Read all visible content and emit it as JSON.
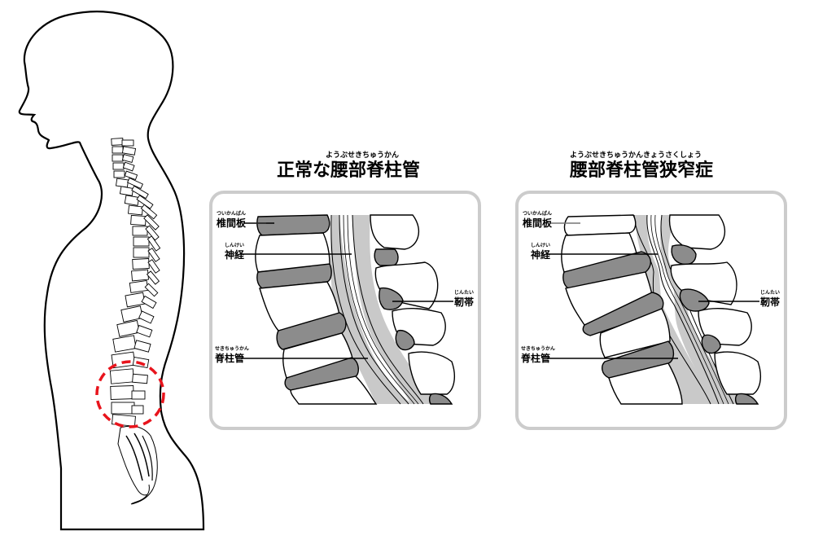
{
  "figure": {
    "left_illustration": {
      "description": "Side silhouette of a human body with spine",
      "highlight": {
        "shape": "dashed-circle",
        "color": "#e8141c",
        "target": "lumbar spine"
      }
    },
    "panels": [
      {
        "id": "normal",
        "title_ruby": "ようぶせきちゅうかん",
        "title": "正常な腰部脊柱管",
        "labels": [
          {
            "key": "disc",
            "ruby": "ついかんばん",
            "text": "椎間板"
          },
          {
            "key": "nerve",
            "ruby": "しんけい",
            "text": "神経"
          },
          {
            "key": "ligament",
            "ruby": "じんたい",
            "text": "靭帯"
          },
          {
            "key": "canal",
            "ruby": "せきちゅうかん",
            "text": "脊柱管"
          }
        ]
      },
      {
        "id": "stenosis",
        "title_ruby": "ようぶせきちゅうかんきょうさくしょう",
        "title": "腰部脊柱管狭窄症",
        "labels": [
          {
            "key": "disc",
            "ruby": "ついかんばん",
            "text": "椎間板"
          },
          {
            "key": "nerve",
            "ruby": "しんけい",
            "text": "神経"
          },
          {
            "key": "ligament",
            "ruby": "じんたい",
            "text": "靭帯"
          },
          {
            "key": "canal",
            "ruby": "せきちゅうかん",
            "text": "脊柱管"
          }
        ]
      }
    ],
    "colors": {
      "panel_border": "#cccccc",
      "disc_gray": "#8c8c8c",
      "canal_gray": "#c9c9c9",
      "highlight_red": "#e8141c",
      "outline": "#000000"
    }
  }
}
